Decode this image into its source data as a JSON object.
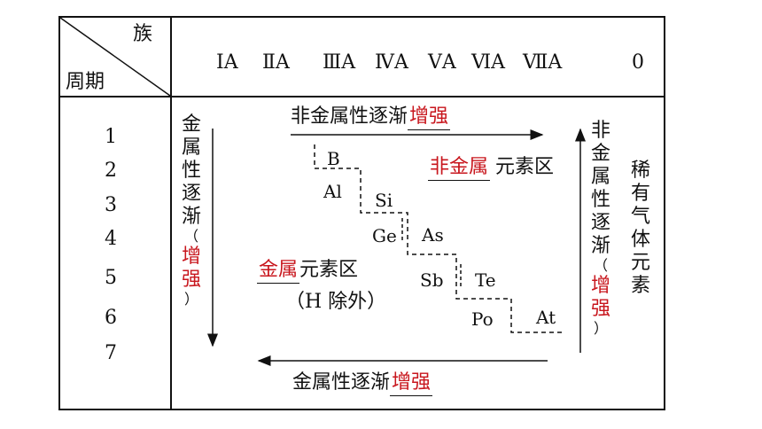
{
  "header": {
    "group_label": "族",
    "period_label": "周期",
    "groups": [
      "ⅠA",
      "ⅡA",
      "ⅢA",
      "ⅣA",
      "ⅤA",
      "ⅥA",
      "ⅦA",
      "0"
    ]
  },
  "periods": [
    "1",
    "2",
    "3",
    "4",
    "5",
    "6",
    "7"
  ],
  "top_arrow": {
    "text": "非金属性逐渐",
    "answer": "增强"
  },
  "bottom_arrow": {
    "text": "金属性逐渐",
    "answer": "增强"
  },
  "left_vertical": {
    "chars": [
      "金",
      "属",
      "性",
      "逐",
      "渐",
      "（",
      "增",
      "强",
      "）"
    ]
  },
  "right_vertical": {
    "chars": [
      "非",
      "金",
      "属",
      "性",
      "逐",
      "渐",
      "（",
      "增",
      "强",
      "）"
    ]
  },
  "noble_gas": {
    "chars": [
      "稀",
      "有",
      "气",
      "体",
      "元",
      "素"
    ]
  },
  "nonmetal_region": {
    "answer": "非金属",
    "suffix": "元素区"
  },
  "metal_region": {
    "answer": "金属",
    "suffix": "元素区",
    "note": "（H 除外）"
  },
  "elements": [
    "B",
    "Al",
    "Si",
    "Ge",
    "As",
    "Sb",
    "Te",
    "Po",
    "At"
  ],
  "colors": {
    "answer": "#c8161d",
    "line": "#111111"
  }
}
